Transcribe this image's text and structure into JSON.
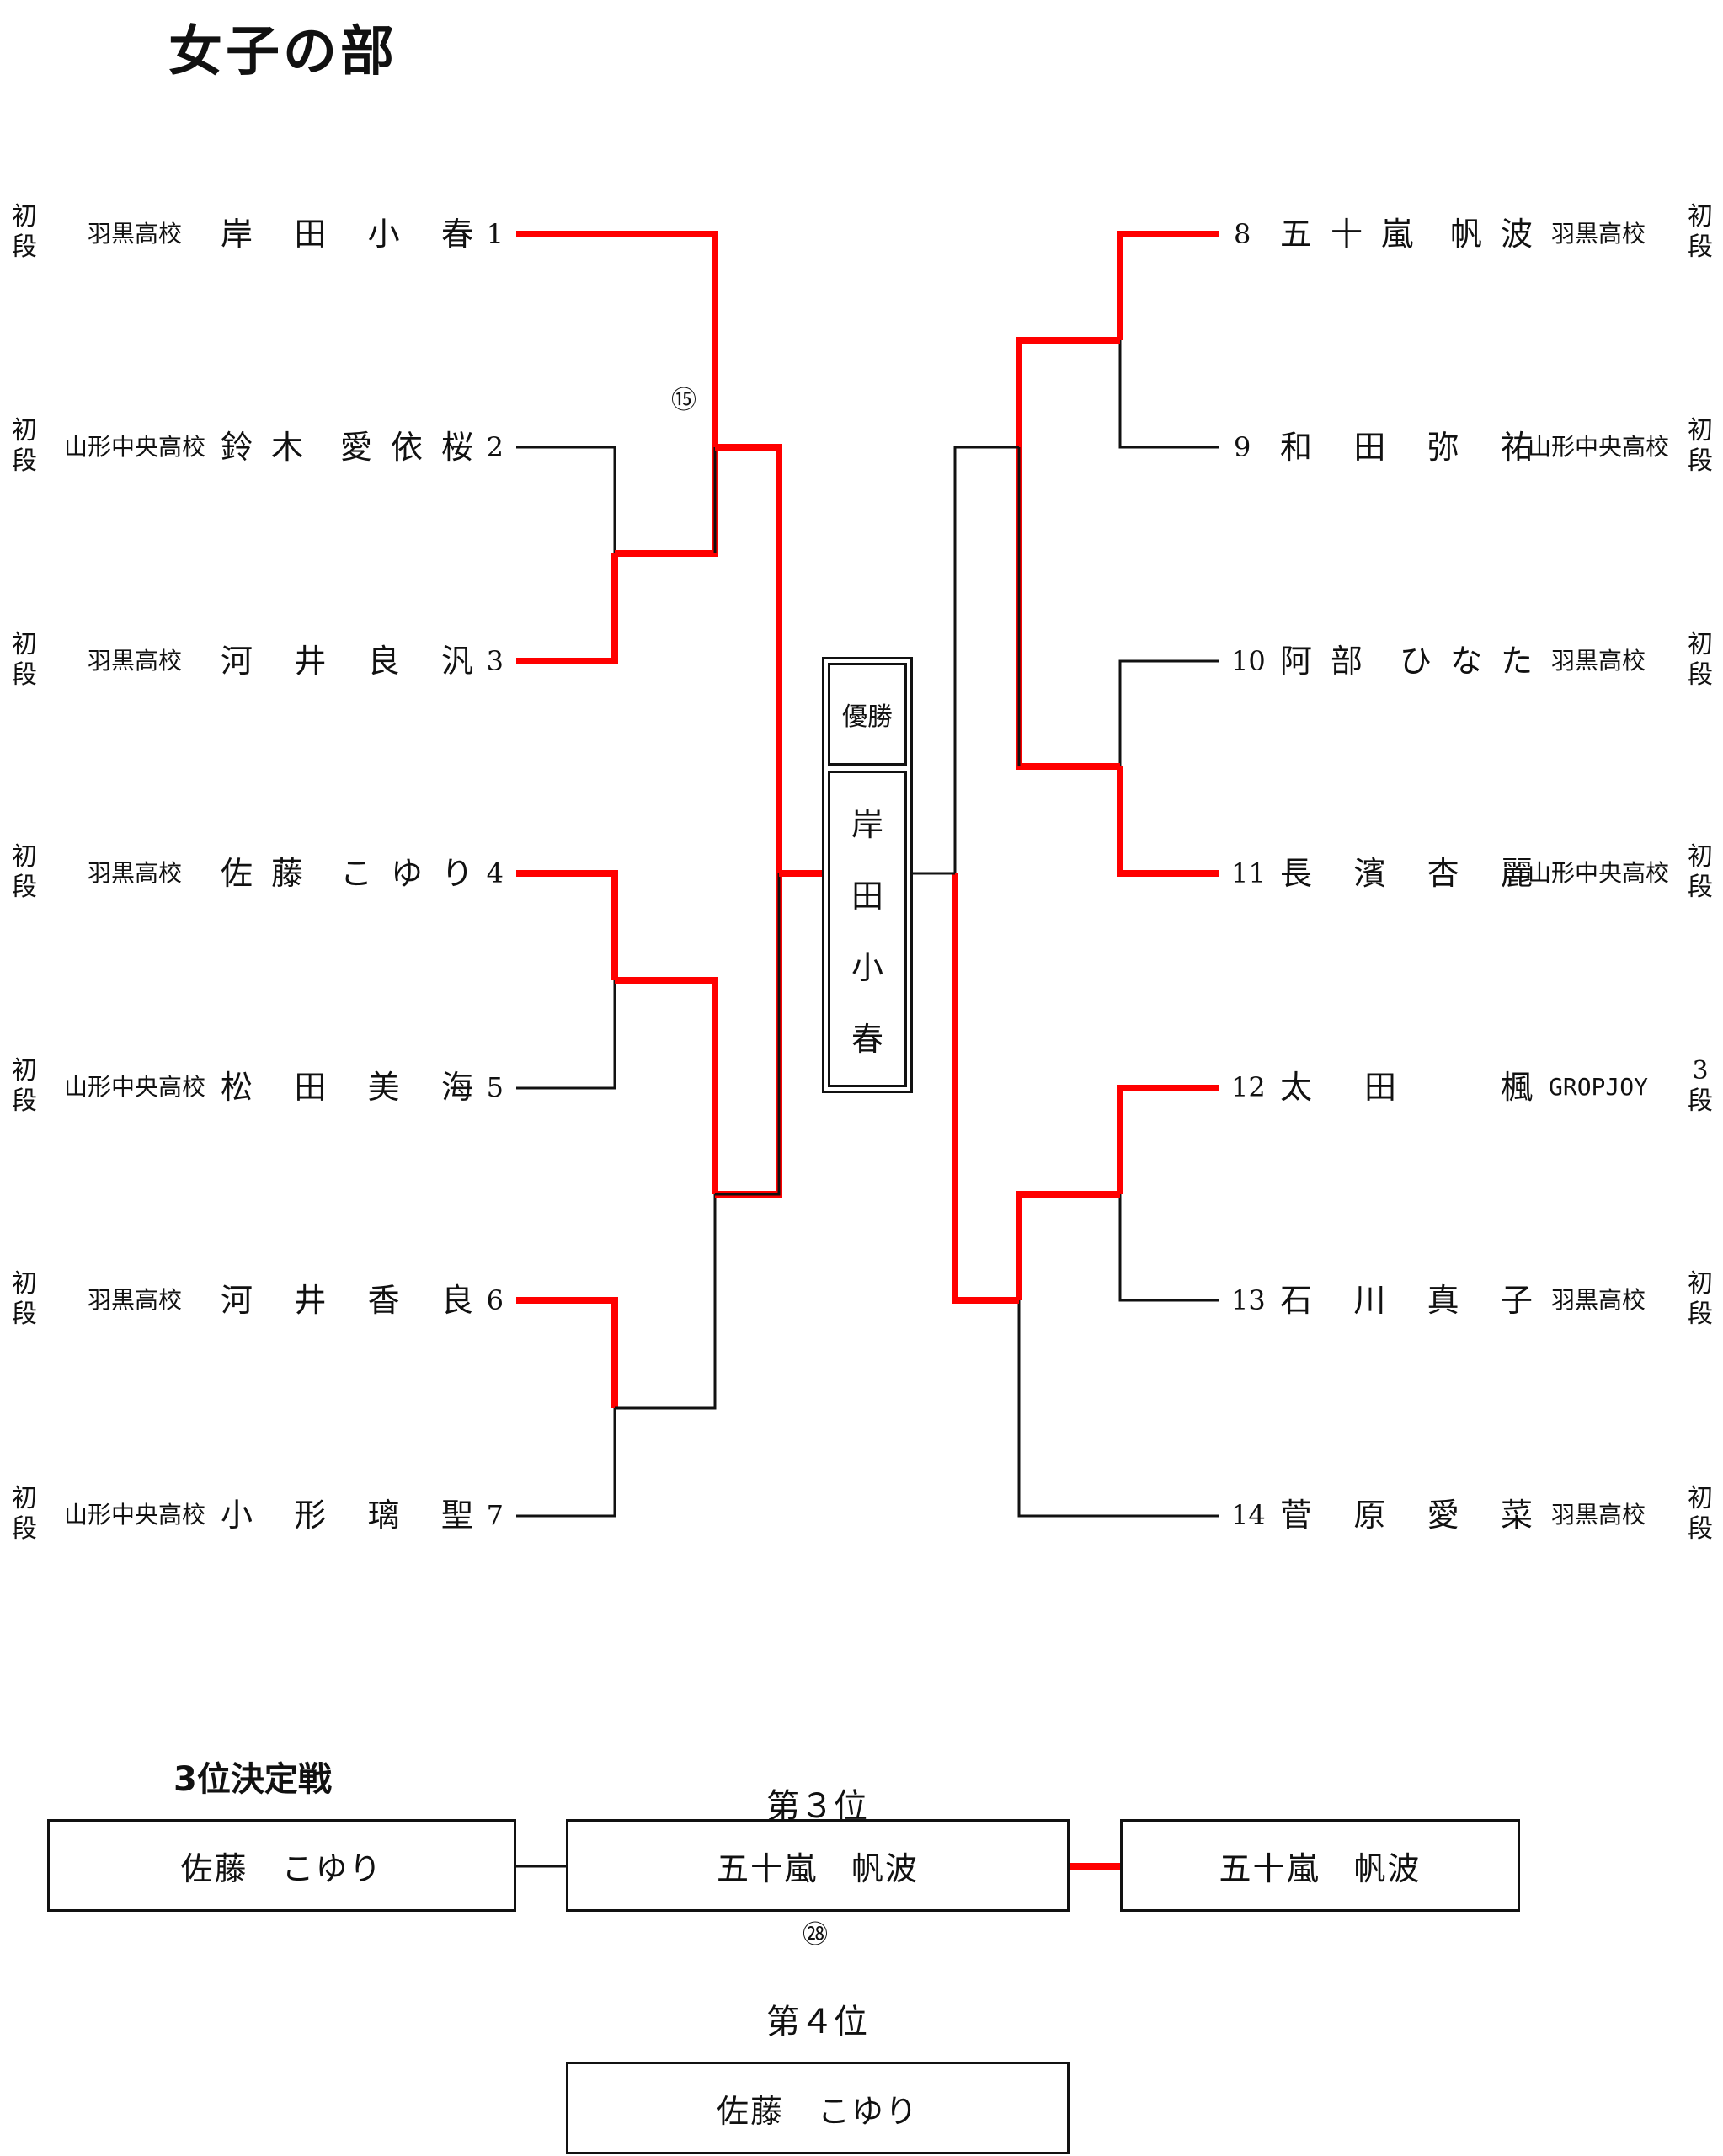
{
  "title": "女子の部",
  "left_players": [
    {
      "num": "1",
      "rank": "初段",
      "school": "羽黒高校",
      "name": [
        "岸",
        "田",
        "小",
        "春"
      ]
    },
    {
      "num": "2",
      "rank": "初段",
      "school": "山形中央高校",
      "name": [
        "鈴",
        "木",
        "",
        "愛",
        "依",
        "桜"
      ]
    },
    {
      "num": "3",
      "rank": "初段",
      "school": "羽黒高校",
      "name": [
        "河",
        "井",
        "良",
        "汎"
      ]
    },
    {
      "num": "4",
      "rank": "初段",
      "school": "羽黒高校",
      "name": [
        "佐",
        "藤",
        "",
        "こ",
        "ゆ",
        "り"
      ]
    },
    {
      "num": "5",
      "rank": "初段",
      "school": "山形中央高校",
      "name": [
        "松",
        "田",
        "美",
        "海"
      ]
    },
    {
      "num": "6",
      "rank": "初段",
      "school": "羽黒高校",
      "name": [
        "河",
        "井",
        "香",
        "良"
      ]
    },
    {
      "num": "7",
      "rank": "初段",
      "school": "山形中央高校",
      "name": [
        "小",
        "形",
        "璃",
        "聖"
      ]
    }
  ],
  "right_players": [
    {
      "num": "8",
      "rank": "初段",
      "school": "羽黒高校",
      "name": [
        "五",
        "十",
        "嵐",
        "",
        "帆",
        "波"
      ]
    },
    {
      "num": "9",
      "rank": "初段",
      "school": "山形中央高校",
      "name": [
        "和",
        "田",
        "弥",
        "祐"
      ]
    },
    {
      "num": "10",
      "rank": "初段",
      "school": "羽黒高校",
      "name": [
        "阿",
        "部",
        "",
        "ひ",
        "な",
        "た"
      ]
    },
    {
      "num": "11",
      "rank": "初段",
      "school": "山形中央高校",
      "name": [
        "長",
        "濱",
        "杏",
        "麗"
      ]
    },
    {
      "num": "12",
      "rank": "3段",
      "school": "GROPJOY",
      "name": [
        "太",
        "田",
        "",
        "楓"
      ]
    },
    {
      "num": "13",
      "rank": "初段",
      "school": "羽黒高校",
      "name": [
        "石",
        "川",
        "真",
        "子"
      ]
    },
    {
      "num": "14",
      "rank": "初段",
      "school": "羽黒高校",
      "name": [
        "菅",
        "原",
        "愛",
        "菜"
      ]
    }
  ],
  "match_label": "⑮",
  "champion": {
    "label": "優勝",
    "name": [
      "岸",
      "田",
      "小",
      "春"
    ]
  },
  "third_place": {
    "title": "3位決定戦",
    "left": "佐藤　こゆり",
    "right": "五十嵐　帆波",
    "winner": "五十嵐　帆波",
    "match_label": "㉘",
    "third_caption": "第３位",
    "fourth_caption": "第４位",
    "fourth": "佐藤　こゆり"
  },
  "colors": {
    "winner_line": "#ff0000",
    "normal_line": "#111111"
  }
}
